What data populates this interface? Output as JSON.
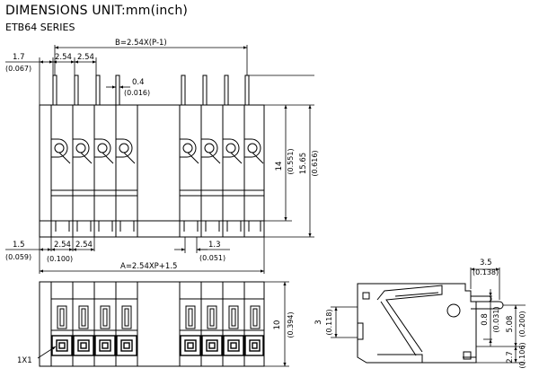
{
  "title": "DIMENSIONS UNIT:mm(inch)",
  "series": "ETB64 SERIES",
  "labels": {
    "b_formula": "B=2.54X(P-1)",
    "a_formula": "A=2.54XP+1.5",
    "d_1_7": "1.7",
    "d_0_067": "(0.067)",
    "d_2_54_a": "2.54",
    "d_2_54_b": "2.54",
    "d_0_4": "0.4",
    "d_0_016": "(0.016)",
    "d_14": "14",
    "d_0_551": "(0.551)",
    "d_15_65": "15.65",
    "d_0_616": "(0.616)",
    "d_1_5": "1.5",
    "d_0_059": "(0.059)",
    "d_2_54_c": "2.54",
    "d_2_54_d": "2.54",
    "d_0_100": "(0.100)",
    "d_1_3": "1.3",
    "d_0_051": "(0.051)",
    "d_10": "10",
    "d_0_394": "(0.394)",
    "d_1x1": "1X1",
    "d_3_5": "3.5",
    "d_0_138": "(0.138)",
    "d_3": "3",
    "d_0_118": "(0.118)",
    "d_0_8": "0.8",
    "d_0_031": "(0.031)",
    "d_5_08": "5.08",
    "d_0_200": "(0.200)",
    "d_2_7": "2.7",
    "d_0_106": "(0.106)"
  }
}
